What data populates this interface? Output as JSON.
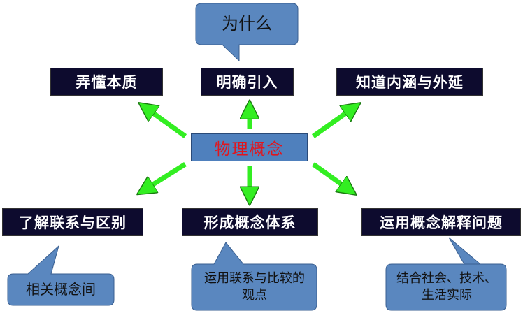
{
  "center": {
    "label": "物理概念",
    "text_color": "#e0161e",
    "fill": "#4f80bd"
  },
  "top_boxes": [
    {
      "label": "弄懂本质"
    },
    {
      "label": "明确引入"
    },
    {
      "label": "知道内涵与外延"
    }
  ],
  "bottom_boxes": [
    {
      "label": "了解联系与区别"
    },
    {
      "label": "形成概念体系"
    },
    {
      "label": "运用概念解释问题"
    }
  ],
  "callouts": {
    "why": "为什么",
    "related": "相关概念间",
    "compare": "运用联系与比较的观点",
    "practice": "结合社会、技术、生活实际"
  },
  "colors": {
    "box_fill": "#0d0b2e",
    "arrow": "#33ee22",
    "callout": "#5a87bf"
  }
}
